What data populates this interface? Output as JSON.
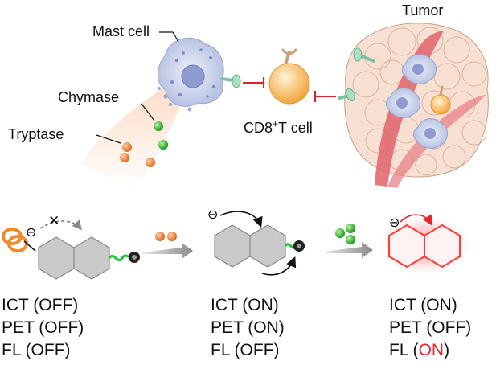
{
  "labels": {
    "tumor": "Tumor",
    "mast_cell": "Mast cell",
    "chymase": "Chymase",
    "tryptase": "Tryptase",
    "cd8_prefix": "CD8",
    "cd8_sup": "+",
    "cd8_suffix": "T cell"
  },
  "states": [
    {
      "ict": "ICT (OFF)",
      "pet": "PET (OFF)",
      "fl": "FL (OFF)"
    },
    {
      "ict": "ICT (ON)",
      "pet": "PET (ON)",
      "fl": "FL (OFF)"
    },
    {
      "ict": "ICT (ON)",
      "pet": "PET (OFF)",
      "fl_prefix": "FL (",
      "fl_on": "ON",
      "fl_suffix": ")"
    }
  ],
  "symbols": {
    "electron": "⊖",
    "blocked": "✕"
  },
  "colors": {
    "chymase": "#2fb52f",
    "tryptase": "#f08a4a",
    "inhibit": "#d9262c",
    "fluorescent": "#ff3b3b",
    "probe_gray": "#c8c8c8",
    "tumor_fill": "#f7e0d2",
    "mast_fill": "#d6dcef"
  }
}
